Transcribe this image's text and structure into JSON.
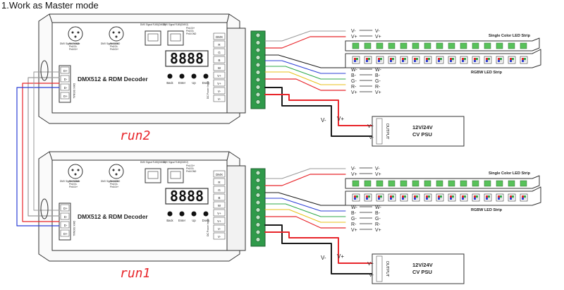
{
  "page_title": "1.Work as Master mode",
  "colors": {
    "red": "#e8262b",
    "black": "#1a1a1a",
    "blue": "#2b3fd6",
    "green": "#2ea84a",
    "yellow": "#e8c21a",
    "gray": "#9a9a9a",
    "led_green": "#58c25a",
    "terminal_green": "#2f9a4a",
    "label_red": "#e8262b"
  },
  "decoders": [
    {
      "name": "DMX512 & RDM Decoder",
      "display": "8888",
      "run_label": "run2",
      "buttons": [
        "Back",
        "Enter",
        "Up",
        "Down"
      ],
      "left_terminal": [
        "D+",
        "D-",
        "D-",
        "D+"
      ],
      "output_terminal": [
        "DMX",
        "R",
        "G",
        "B",
        "W",
        "V+",
        "V+",
        "V-",
        "V-"
      ],
      "xlr_in": [
        "DMX Signal Female",
        "Pin1:GND",
        "Pin2:Di-",
        "Pin3:Di+"
      ],
      "xlr_out": [
        "DMX Signal Male",
        "Pin1:GND",
        "Pin2:Di-",
        "Pin3:Di+"
      ],
      "rj_in": "DMX Signal RJ45(DMX1)",
      "rj_out": "DMX Signal RJ45(DMX2)",
      "rj_pins": [
        "Pin1:Di+",
        "Pin2:Di-",
        "Pin3:GND"
      ],
      "power_in": "DC Power Input"
    },
    {
      "name": "DMX512 & RDM Decoder",
      "display": "8888",
      "run_label": "run1",
      "buttons": [
        "Back",
        "Enter",
        "Up",
        "Down"
      ],
      "left_terminal": [
        "D+",
        "D-",
        "D-",
        "D+"
      ],
      "output_terminal": [
        "DMX",
        "R",
        "G",
        "B",
        "W",
        "V+",
        "V+",
        "V-",
        "V-"
      ],
      "xlr_in": [
        "DMX Signal Female",
        "Pin1:GND",
        "Pin2:Di-",
        "Pin3:Di+"
      ],
      "xlr_out": [
        "DMX Signal Male",
        "Pin1:GND",
        "Pin2:Di-",
        "Pin3:Di+"
      ],
      "rj_in": "DMX Signal RJ45(DMX1)",
      "rj_out": "DMX Signal RJ45(DMX2)",
      "rj_pins": [
        "Pin1:Di+",
        "Pin2:Di-",
        "Pin3:GND"
      ],
      "power_in": "DC Power Input"
    }
  ],
  "strips": {
    "single_label": "Single Color LED Strip",
    "rgbw_label": "RGBW LED Strip",
    "single_pins_left": [
      "V-",
      "V+"
    ],
    "single_pins_right": [
      "V-",
      "V+"
    ],
    "rgbw_pins_left": [
      "W-",
      "B-",
      "G-",
      "R-",
      "V+"
    ],
    "rgbw_pins_right": [
      "W-",
      "B-",
      "G-",
      "R-",
      "V+"
    ]
  },
  "psu": {
    "label_1": "12V/24V",
    "label_2": "CV PSU",
    "output": "OUTPUT",
    "pin_plus": "V+",
    "pin_minus": "V-",
    "wire_minus": "V-",
    "wire_plus": "V+"
  }
}
